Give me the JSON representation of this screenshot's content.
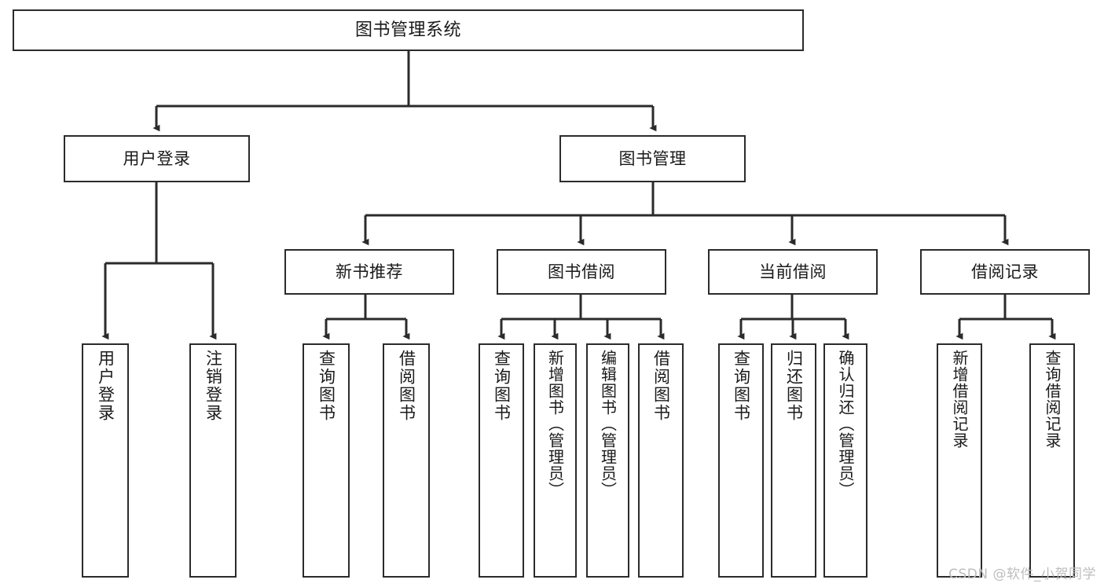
{
  "diagram": {
    "title": "图书管理系统",
    "type": "tree-hierarchy",
    "orientation": "top-down",
    "colors": {
      "background": "#ffffff",
      "node_fill": "#ffffff",
      "node_border": "#2b2b2b",
      "edge": "#2b2b2b",
      "text": "#1a1a1a",
      "watermark": "#bdbdbd"
    },
    "watermark": "CSDN @软件_小贺同学"
  },
  "nodes": {
    "root": {
      "label": "图书管理系统"
    },
    "level1": [
      {
        "id": "user-login",
        "label": "用户登录"
      },
      {
        "id": "book-management",
        "label": "图书管理"
      }
    ],
    "level2": [
      {
        "id": "new-book-recommend",
        "label": "新书推荐"
      },
      {
        "id": "book-borrow",
        "label": "图书借阅"
      },
      {
        "id": "current-borrow",
        "label": "当前借阅"
      },
      {
        "id": "borrow-record",
        "label": "借阅记录"
      }
    ],
    "leaves": {
      "user_login": [
        {
          "id": "leaf-user-login",
          "label": "用户登录"
        },
        {
          "id": "leaf-logout",
          "label": "注销登录"
        }
      ],
      "new_book_recommend": [
        {
          "id": "leaf-query-book-1",
          "label": "查询图书"
        },
        {
          "id": "leaf-borrow-book-1",
          "label": "借阅图书"
        }
      ],
      "book_borrow": [
        {
          "id": "leaf-query-book-2",
          "label": "查询图书"
        },
        {
          "id": "leaf-add-book",
          "label": "新增图书（管理员）"
        },
        {
          "id": "leaf-edit-book",
          "label": "编辑图书（管理员）"
        },
        {
          "id": "leaf-borrow-book-2",
          "label": "借阅图书"
        }
      ],
      "current_borrow": [
        {
          "id": "leaf-query-book-3",
          "label": "查询图书"
        },
        {
          "id": "leaf-return-book",
          "label": "归还图书"
        },
        {
          "id": "leaf-confirm-return",
          "label": "确认归还（管理员）"
        }
      ],
      "borrow_record": [
        {
          "id": "leaf-add-record",
          "label": "新增借阅记录"
        },
        {
          "id": "leaf-query-record",
          "label": "查询借阅记录"
        }
      ]
    }
  }
}
